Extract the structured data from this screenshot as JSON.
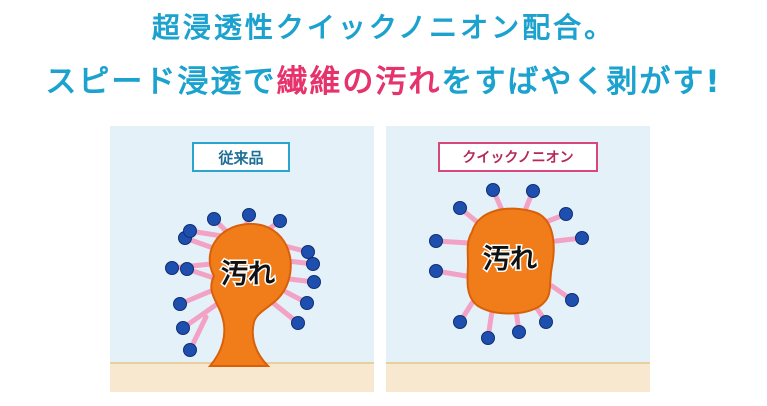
{
  "headline": {
    "line1": "超浸透性クイックノニオン配合。",
    "line2_pre": "スピード浸透で",
    "line2_highlight": "繊維の汚れ",
    "line2_post": "をすばやく剥がす!"
  },
  "panels": {
    "left": {
      "label": "従来品",
      "blob_text": "汚れ"
    },
    "right": {
      "label": "クイックノニオン",
      "blob_text": "汚れ"
    }
  },
  "colors": {
    "blue_text": "#1ba2cf",
    "pink_text": "#e6336d",
    "panel_bg": "#e4f1f8",
    "floor": "#f8e8cf",
    "blob": "#f07d1a",
    "molecule_head": "#1e4fae",
    "molecule_tail": "#f2a2c5"
  }
}
